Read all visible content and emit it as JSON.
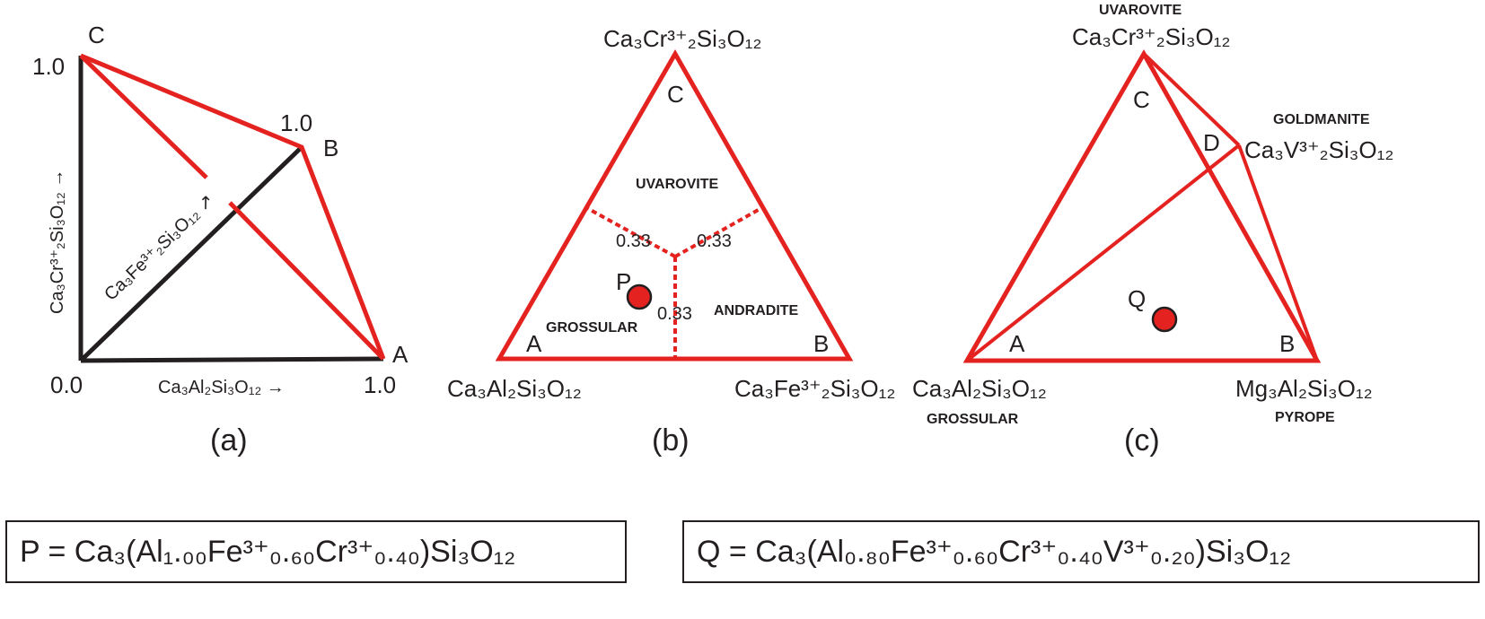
{
  "colors": {
    "red": "#e4221f",
    "black": "#231f20"
  },
  "panel_a": {
    "caption": "(a)",
    "corner_c": "C",
    "corner_b": "B",
    "corner_a": "A",
    "label_c_value": "1.0",
    "label_b_value": "1.0",
    "label_a_value": "1.0",
    "origin": "0.0",
    "x_axis": "Ca₃Al₂Si₃O₁₂ →",
    "y_axis": "Ca₃Cr³⁺₂Si₃O₁₂ →",
    "diag_axis": "Ca₃Fe³⁺₂Si₃O₁₂ ↗"
  },
  "panel_b": {
    "caption": "(b)",
    "top_formula": "Ca₃Cr³⁺₂Si₃O₁₂",
    "left_formula": "Ca₃Al₂Si₃O₁₂",
    "right_formula": "Ca₃Fe³⁺₂Si₃O₁₂",
    "corner_c": "C",
    "corner_a": "A",
    "corner_b": "B",
    "region_uvarovite": "UVAROVITE",
    "region_grossular": "GROSSULAR",
    "region_andradite": "ANDRADITE",
    "value_left": "0.33",
    "value_right": "0.33",
    "value_bottom": "0.33",
    "point": "P"
  },
  "panel_c": {
    "caption": "(c)",
    "top_name": "UVAROVITE",
    "top_formula": "Ca₃Cr³⁺₂Si₃O₁₂",
    "right_name": "GOLDMANITE",
    "right_formula": "Ca₃V³⁺₂Si₃O₁₂",
    "left_formula": "Ca₃Al₂Si₃O₁₂",
    "left_name": "GROSSULAR",
    "bottom_right_formula": "Mg₃Al₂Si₃O₁₂",
    "bottom_right_name": "PYROPE",
    "corner_c": "C",
    "corner_d": "D",
    "corner_a": "A",
    "corner_b": "B",
    "point": "Q"
  },
  "formulas": {
    "p": "P = Ca₃(Al₁.₀₀Fe³⁺₀.₆₀Cr³⁺₀.₄₀)Si₃O₁₂",
    "q": "Q = Ca₃(Al₀.₈₀Fe³⁺₀.₆₀Cr³⁺₀.₄₀V³⁺₀.₂₀)Si₃O₁₂"
  }
}
